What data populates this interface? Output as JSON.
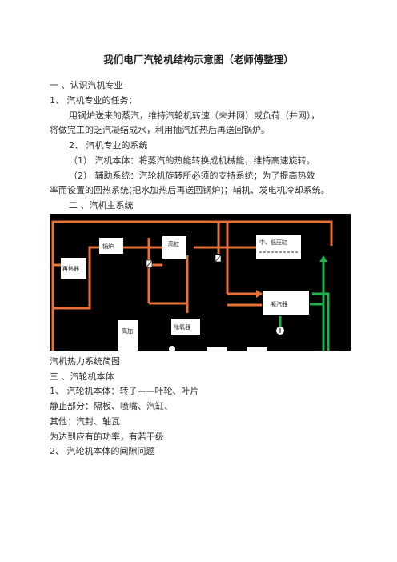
{
  "title": "我们电厂汽轮机结构示意图（老师傅整理）",
  "lines": [
    "一 、认识汽机专业",
    "1、 汽机专业的任务：",
    "用锅炉送来的蒸汽，维持汽轮机转速（未并网）或负荷（并网），",
    "将做完工的乏汽凝结成水，利用抽汽加热后再送回锅炉。",
    "2、 汽机专业的系统",
    "（1） 汽机本体：将蒸汽的热能转换成机械能，维持高速旋转。",
    "（2） 辅助系统：汽轮机旋转所必须的支持系统；为了提高热效",
    "率而设置的回热系统(把水加热后再送回锅炉)；辅机、发电机冷却系统。",
    "二 、汽机主系统"
  ],
  "diagram": {
    "labels": {
      "reheater": "再热器",
      "boiler": "锅炉",
      "hp_cylinder": "高缸",
      "ip_lp_cylinder": "中、低压缸",
      "condenser": "凝汽器",
      "hp_heater": "高加",
      "deaerator": "除氧器"
    },
    "colors": {
      "background": "#000000",
      "steam_line": "#e8713a",
      "water_line": "#22b14c",
      "box": "#ffffff"
    }
  },
  "caption": "汽机热力系统简图",
  "lines2": [
    "三 、汽轮机本体",
    "1、 汽轮机本体：转子——叶轮、叶片",
    "静止部分：隔板、喷嘴、汽缸、",
    "其他：汽封、轴瓦",
    "为达到应有的功率，有若干级",
    "2、 汽轮机本体的间隙问题"
  ]
}
